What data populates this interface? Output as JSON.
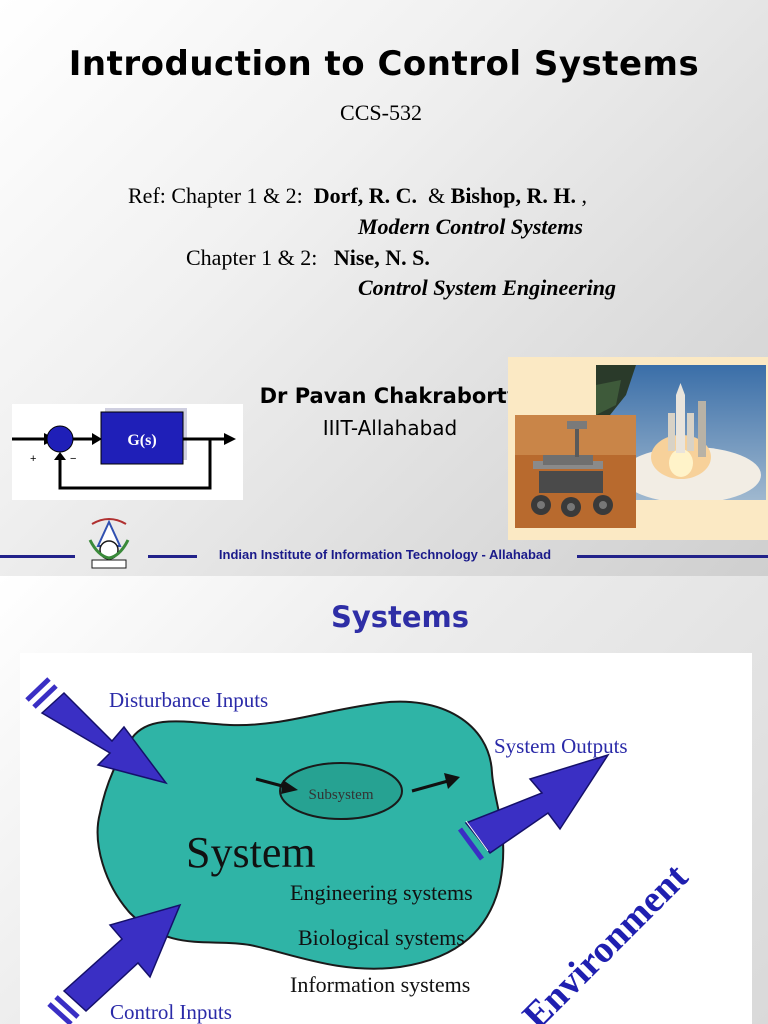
{
  "slide1": {
    "title": "Introduction to Control Systems",
    "course_code": "CCS-532",
    "references": [
      {
        "prefix": "Ref:  Chapter 1 & 2:",
        "author1": "Dorf, R. C.",
        "joiner": "&",
        "author2": "Bishop, R. H.",
        "trail": ",",
        "book": "Modern Control Systems"
      },
      {
        "prefix": "Chapter 1 & 2:",
        "author1": "Nise, N. S.",
        "book": "Control System Engineering"
      }
    ],
    "presenter": "Dr Pavan Chakraborty",
    "institution": "IIIT-Allahabad",
    "block_diagram": {
      "block_label": "G(s)",
      "plus_sign": "+",
      "minus_sign": "−"
    },
    "footer": "Indian Institute of Information Technology - Allahabad",
    "logo_icon": "iiit-allahabad-emblem-icon",
    "photo_icons": [
      "space-shuttle-launch-photo",
      "mars-rover-photo"
    ]
  },
  "slide2": {
    "title": "Systems",
    "diagram": {
      "disturbance_label": "Disturbance Inputs",
      "outputs_label": "System Outputs",
      "control_label": "Control Inputs",
      "subsystem_label": "Subsystem",
      "system_label": "System",
      "examples": [
        "Engineering systems",
        "Biological systems",
        "Information systems"
      ],
      "environment_label": "Environment",
      "colors": {
        "system_fill": "#2fb4a6",
        "arrow_fill": "#3a2fc4",
        "environment_text": "#1f1fb0"
      }
    }
  }
}
